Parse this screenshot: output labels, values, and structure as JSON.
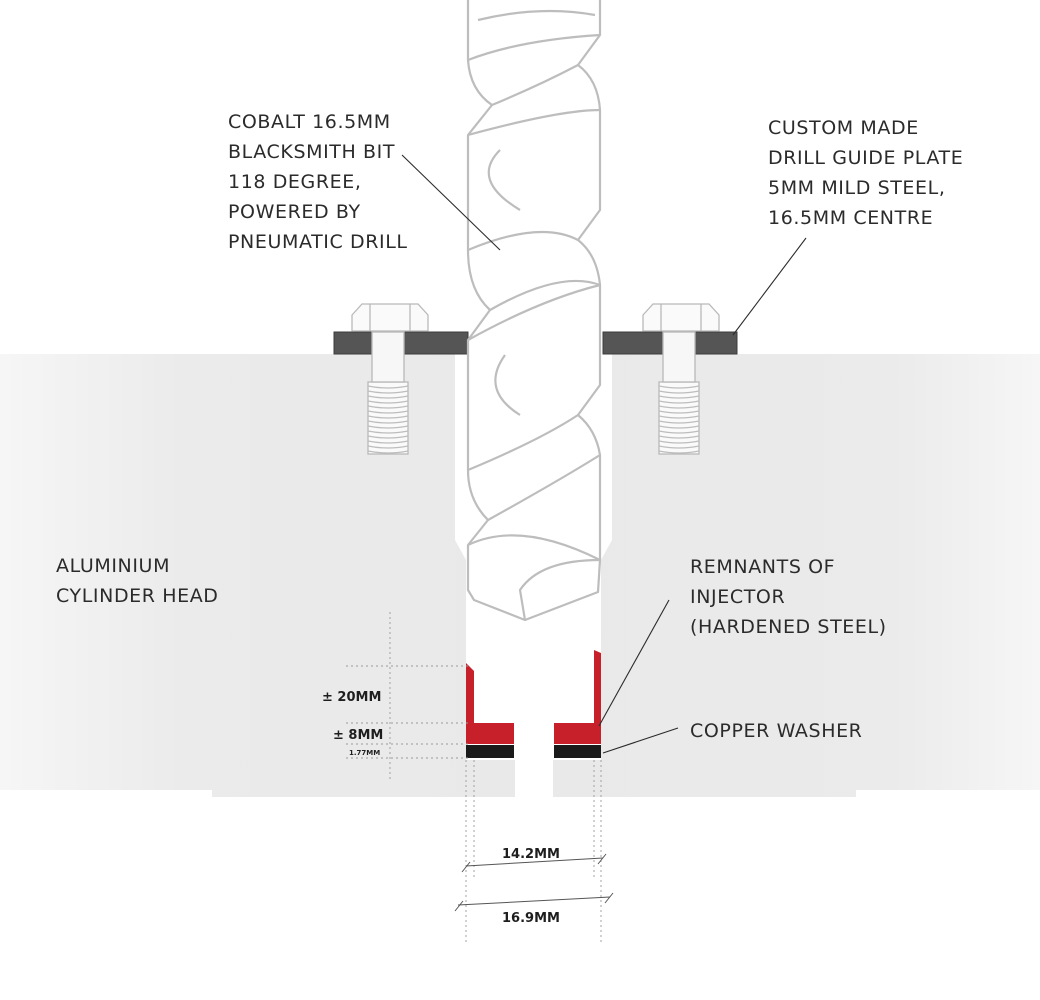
{
  "labels": {
    "drill_bit": [
      "COBALT 16.5MM",
      "BLACKSMITH BIT",
      "118 DEGREE,",
      "POWERED BY",
      "PNEUMATIC DRILL"
    ],
    "guide_plate": [
      "CUSTOM MADE",
      "DRILL GUIDE PLATE",
      "5MM MILD STEEL,",
      "16.5MM CENTRE"
    ],
    "cylinder_head": [
      "ALUMINIUM",
      "CYLINDER HEAD"
    ],
    "injector": [
      "REMNANTS OF",
      "INJECTOR",
      "(HARDENED STEEL)"
    ],
    "washer": "COPPER WASHER"
  },
  "dimensions": {
    "depth_upper": "± 20MM",
    "depth_middle": "± 8MM",
    "washer_thickness": "1.77MM",
    "inner_width": "14.2MM",
    "outer_width": "16.9MM"
  },
  "colors": {
    "head_fill": "#ececec",
    "plate": "#555555",
    "injector": "#c8202a",
    "washer": "#1a1a1a",
    "drill_stroke": "#bdbdbd"
  }
}
